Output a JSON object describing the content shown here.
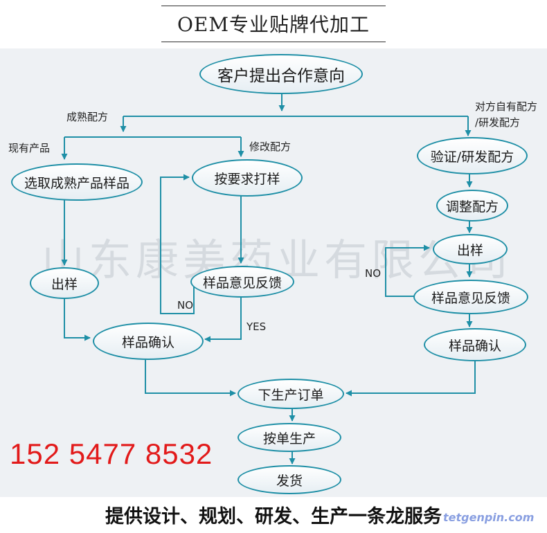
{
  "title": "OEM专业贴牌代加工",
  "watermark": "山东康美药业有限公司",
  "nodes": {
    "start": "客户提出合作意向",
    "select_product": "选取成熟产品样品",
    "sample_on_demand": "按要求打样",
    "verify_develop": "验证/研发配方",
    "adjust": "调整配方",
    "sample_left": "出样",
    "feedback_mid": "样品意见反馈",
    "sample_right": "出样",
    "feedback_right": "样品意见反馈",
    "confirm_left": "样品确认",
    "confirm_right": "样品确认",
    "place_order": "下生产订单",
    "produce": "按单生产",
    "ship": "发货"
  },
  "labels": {
    "mature_formula": "成熟配方",
    "existing_product": "现有产品",
    "modify_formula": "修改配方",
    "own_formula_line1": "对方自有配方",
    "own_formula_line2": "/研发配方",
    "no_mid": "NO",
    "yes_mid": "YES",
    "no_right": "NO"
  },
  "phone": "152 5477 8532",
  "slogan": "提供设计、规划、研发、生产一条龙服务",
  "website": "tetgenpin.com",
  "colors": {
    "line": "#1e8fa6",
    "node_border": "#1e8fa6",
    "phone": "#e21a1a"
  }
}
